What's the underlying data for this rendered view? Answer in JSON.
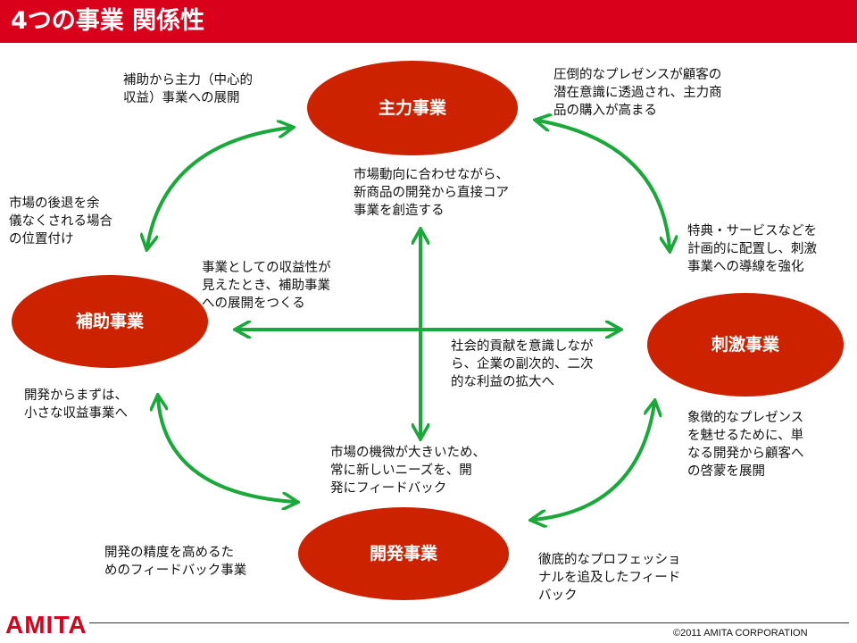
{
  "title": "4つの事業 関係性",
  "colors": {
    "header": "#d9001b",
    "node": "#cc2200",
    "arrow": "#1aa83a",
    "logo": "#d9001b"
  },
  "nodes": {
    "main": "主力事業",
    "support": "補助事業",
    "stimulus": "刺激事業",
    "development": "開発事業"
  },
  "notes": {
    "support_to_main": [
      "補助から主力（中心的",
      "収益）事業への展開"
    ],
    "main_to_stimulus": [
      "圧倒的なプレゼンスが顧客の",
      "潜在意識に透過され、主力商",
      "品の購入が高まる"
    ],
    "support_position": [
      "市場の後退を余",
      "儀なくされる場合",
      "の位置付け"
    ],
    "main_to_center": [
      "市場動向に合わせながら、",
      "新商品の開発から直接コア",
      "事業を創造する"
    ],
    "stimulus_from_main": [
      "特典・サービスなどを",
      "計画的に配置し、刺激",
      "事業への導線を強化"
    ],
    "profit_to_support": [
      "事業としての収益性が",
      "見えたとき、補助事業",
      "への展開をつくる"
    ],
    "social_contribution": [
      "社会的貢献を意識しなが",
      "ら、企業の副次的、二次",
      "的な利益の拡大へ"
    ],
    "dev_to_support": [
      "開発からまずは、",
      "小さな収益事業へ"
    ],
    "stimulus_to_customers": [
      "象徴的なプレゼンス",
      "を魅せるために、単",
      "なる開発から顧客へ",
      "の啓蒙を展開"
    ],
    "dev_market": [
      "市場の機微が大きいため、",
      "常に新しいニーズを、開",
      "発にフィードバック"
    ],
    "dev_precision": [
      "開発の精度を高めるた",
      "めのフィードバック事業"
    ],
    "dev_professional": [
      "徹底的なプロフェッショ",
      "ナルを追及したフィード",
      "バック"
    ]
  },
  "footer": {
    "logo": "AMITA",
    "copyright": "©2011 AMITA CORPORATION"
  }
}
